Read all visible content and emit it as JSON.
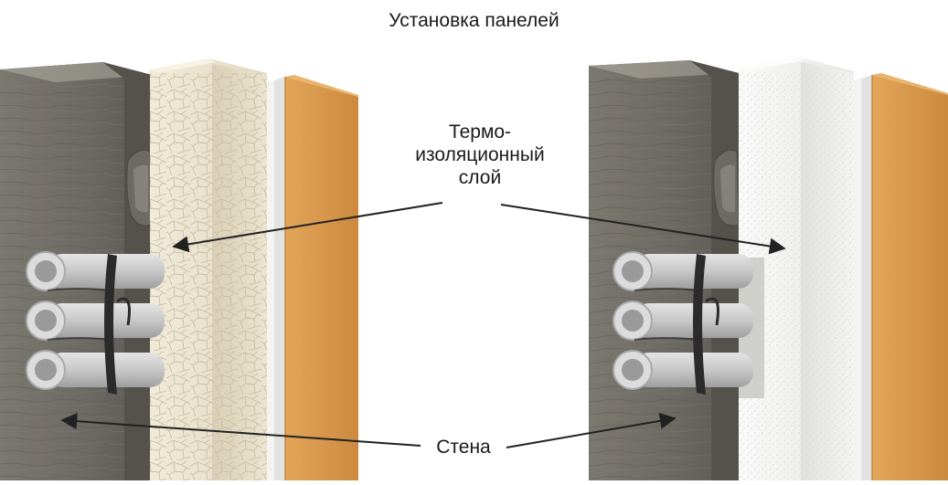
{
  "title": "Установка панелей",
  "labels": {
    "insulation_lines": [
      "Термо-",
      "изоляционный",
      "слой"
    ],
    "wall": "Стена"
  },
  "colors": {
    "concrete": "#6f6c65",
    "foam_cream": "#ece5d3",
    "foam_white": "#f2f2f0",
    "panel_orange": "#d79548",
    "pipe": "#c9c9c9",
    "strap": "#2b2b2b",
    "arrow": "#222222"
  },
  "icons": [
    "concrete-wall",
    "insulation-foam",
    "finish-panel",
    "pipe-bundle",
    "anchor-bracket",
    "pointer-arrow"
  ]
}
